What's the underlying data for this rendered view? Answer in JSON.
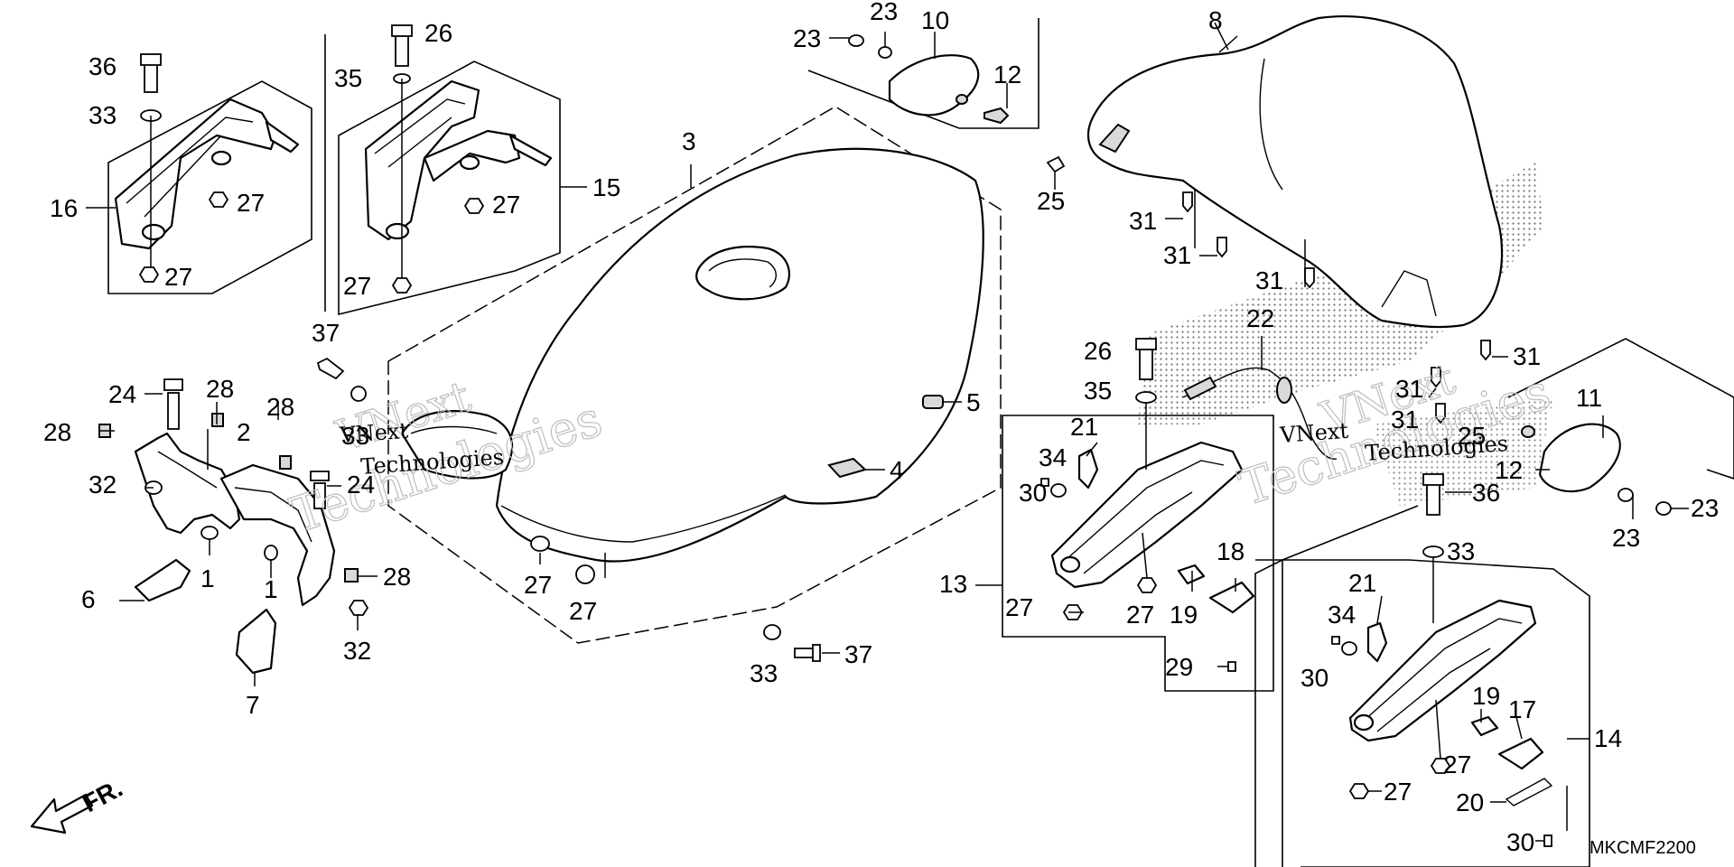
{
  "diagram": {
    "code": "MKCMF2200",
    "direction_label": "FR.",
    "watermark": [
      "VNext",
      "Technologies"
    ],
    "callouts": [
      {
        "id": "c36a",
        "text": "36"
      },
      {
        "id": "c33a",
        "text": "33"
      },
      {
        "id": "c16",
        "text": "16"
      },
      {
        "id": "c27a",
        "text": "27"
      },
      {
        "id": "c27b",
        "text": "27"
      },
      {
        "id": "c26a",
        "text": "26"
      },
      {
        "id": "c35a",
        "text": "35"
      },
      {
        "id": "c15",
        "text": "15"
      },
      {
        "id": "c27c",
        "text": "27"
      },
      {
        "id": "c27d",
        "text": "27"
      },
      {
        "id": "c3",
        "text": "3"
      },
      {
        "id": "c23a",
        "text": "23"
      },
      {
        "id": "c23b",
        "text": "23"
      },
      {
        "id": "c10",
        "text": "10"
      },
      {
        "id": "c12",
        "text": "12"
      },
      {
        "id": "c8",
        "text": "8"
      },
      {
        "id": "c25a",
        "text": "25"
      },
      {
        "id": "c31a",
        "text": "31"
      },
      {
        "id": "c31b",
        "text": "31"
      },
      {
        "id": "c31c",
        "text": "31"
      },
      {
        "id": "c31d",
        "text": "31"
      },
      {
        "id": "c31e",
        "text": "31"
      },
      {
        "id": "c31f",
        "text": "31"
      },
      {
        "id": "c37a",
        "text": "37"
      },
      {
        "id": "c24a",
        "text": "24"
      },
      {
        "id": "c28a",
        "text": "28"
      },
      {
        "id": "c28b",
        "text": "28"
      },
      {
        "id": "c28c",
        "text": "28"
      },
      {
        "id": "c2",
        "text": "2"
      },
      {
        "id": "c32a",
        "text": "32"
      },
      {
        "id": "c33b",
        "text": "33"
      },
      {
        "id": "c24b",
        "text": "24"
      },
      {
        "id": "c1a",
        "text": "1"
      },
      {
        "id": "c1b",
        "text": "1"
      },
      {
        "id": "c6",
        "text": "6"
      },
      {
        "id": "c28d",
        "text": "28"
      },
      {
        "id": "c32b",
        "text": "32"
      },
      {
        "id": "c7",
        "text": "7"
      },
      {
        "id": "c5",
        "text": "5"
      },
      {
        "id": "c4",
        "text": "4"
      },
      {
        "id": "c27e",
        "text": "27"
      },
      {
        "id": "c27f",
        "text": "27"
      },
      {
        "id": "c33c",
        "text": "33"
      },
      {
        "id": "c37b",
        "text": "37"
      },
      {
        "id": "c22",
        "text": "22"
      },
      {
        "id": "c26b",
        "text": "26"
      },
      {
        "id": "c35b",
        "text": "35"
      },
      {
        "id": "c21a",
        "text": "21"
      },
      {
        "id": "c34a",
        "text": "34"
      },
      {
        "id": "c30a",
        "text": "30"
      },
      {
        "id": "c13",
        "text": "13"
      },
      {
        "id": "c27g",
        "text": "27"
      },
      {
        "id": "c27h",
        "text": "27"
      },
      {
        "id": "c19a",
        "text": "19"
      },
      {
        "id": "c18",
        "text": "18"
      },
      {
        "id": "c29",
        "text": "29"
      },
      {
        "id": "c25b",
        "text": "25"
      },
      {
        "id": "c11",
        "text": "11"
      },
      {
        "id": "c12b",
        "text": "12"
      },
      {
        "id": "c23c",
        "text": "23"
      },
      {
        "id": "c23d",
        "text": "23"
      },
      {
        "id": "c36b",
        "text": "36"
      },
      {
        "id": "c33d",
        "text": "33"
      },
      {
        "id": "c21b",
        "text": "21"
      },
      {
        "id": "c34b",
        "text": "34"
      },
      {
        "id": "c30b",
        "text": "30"
      },
      {
        "id": "c19b",
        "text": "19"
      },
      {
        "id": "c17",
        "text": "17"
      },
      {
        "id": "c14",
        "text": "14"
      },
      {
        "id": "c27i",
        "text": "27"
      },
      {
        "id": "c27j",
        "text": "27"
      },
      {
        "id": "c20",
        "text": "20"
      },
      {
        "id": "c30c",
        "text": "30"
      }
    ]
  }
}
